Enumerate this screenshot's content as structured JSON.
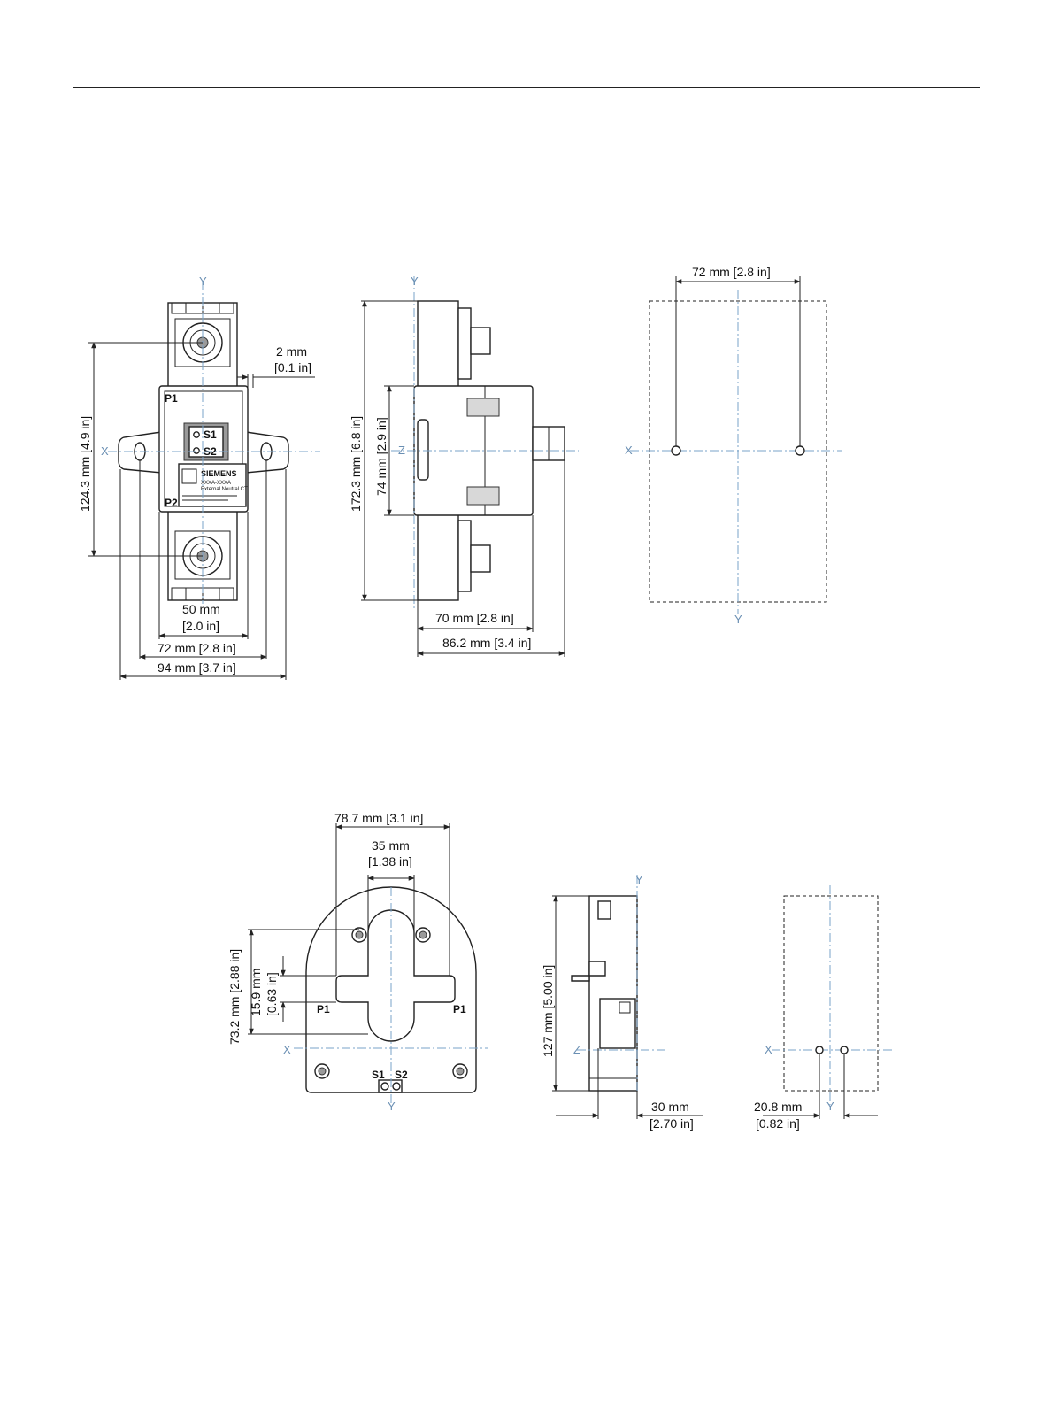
{
  "figure1": {
    "front": {
      "height": "124.3 mm [4.9 in]",
      "gap_mm": "2 mm",
      "gap_in": "[0.1 in]",
      "inner_width_mm": "50 mm",
      "inner_width_in": "[2.0 in]",
      "hole_spacing": "72 mm [2.8 in]",
      "overall_width": "94 mm [3.7 in]",
      "terminal_s1": "S1",
      "terminal_s2": "S2",
      "terminal_p1": "P1",
      "terminal_p2": "P2",
      "brand": "SIEMENS",
      "label_line1": "XXXA-XXXA",
      "label_line2": "External Neutral CT",
      "axis_x": "X",
      "axis_y": "Y"
    },
    "side": {
      "overall_height": "172.3 mm [6.8 in]",
      "body_height": "74 mm [2.9 in]",
      "depth": "70 mm [2.8 in]",
      "overall_depth": "86.2 mm [3.4 in]",
      "axis_z": "Z",
      "axis_y": "Y"
    },
    "template": {
      "hole_spacing": "72 mm [2.8 in]",
      "axis_x": "X",
      "axis_y": "Y"
    }
  },
  "figure2": {
    "front": {
      "overall_width": "78.7 mm [3.1 in]",
      "window_width_mm": "35 mm",
      "window_width_in": "[1.38 in]",
      "hole_spacing_v": "73.2 mm [2.88 in]",
      "window_height_mm": "15.9 mm",
      "window_height_in": "[0.63 in]",
      "terminal_p1_left": "P1",
      "terminal_p1_right": "P1",
      "terminal_s1": "S1",
      "terminal_s2": "S2",
      "axis_x": "X",
      "axis_y": "Y"
    },
    "side": {
      "height": "127 mm [5.00 in]",
      "depth_mm": "30 mm",
      "depth_in": "[2.70 in]",
      "axis_z": "Z",
      "axis_y": "Y"
    },
    "template": {
      "hole_spacing_mm": "20.8 mm",
      "hole_spacing_in": "[0.82 in]",
      "axis_x": "X",
      "axis_y": "Y"
    }
  }
}
